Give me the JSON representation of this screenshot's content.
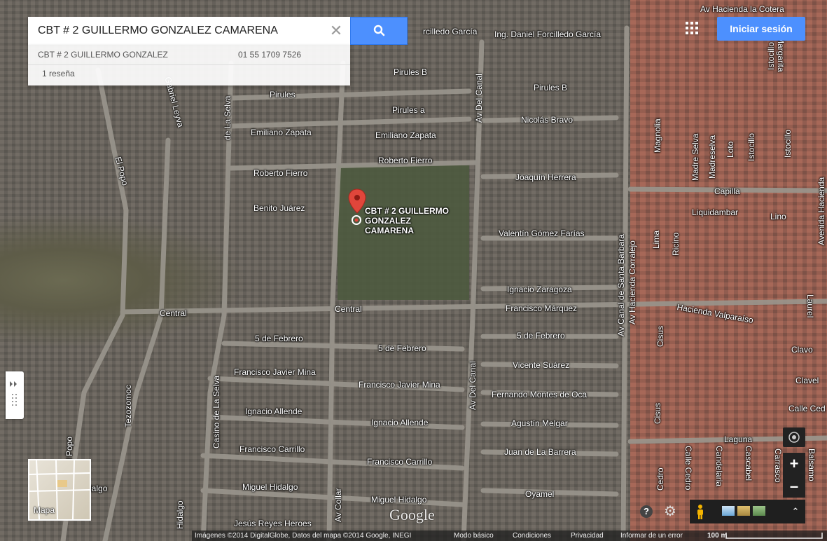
{
  "search": {
    "query": "CBT # 2 GUILLERMO GONZALEZ CAMARENA",
    "result_name": "CBT # 2 GUILLERMO GONZALEZ",
    "result_phone": "01 55 1709 7526",
    "result_reviews": "1 reseña"
  },
  "header": {
    "signin_label": "Iniciar sesión"
  },
  "place": {
    "line1": "CBT # 2 GUILLERMO",
    "line2": "GONZALEZ",
    "line3": "CAMARENA"
  },
  "streets": {
    "forcilledo": "rcilledo García",
    "ing_forcilledo": "Ing. Daniel Forcilledo García",
    "hacienda_cotera": "Av Hacienda la Cotera",
    "pirules_b1": "Pirules B",
    "pirules_b2": "Pirules B",
    "pirules": "Pirules",
    "pirules_a": "Pirules a",
    "nicolas_bravo": "Nicolás Bravo",
    "emiliano1": "Emiliano Zapata",
    "emiliano2": "Emiliano Zapata",
    "roberto1": "Roberto Fierro",
    "roberto2": "Roberto Fierro",
    "joaquin": "Joaquín Herrera",
    "benito": "Benito Juárez",
    "valentin": "Valentín Gómez Farías",
    "ignacio_zaragoza": "Ignacio Zaragoza",
    "francisco_marquez": "Francisco Márquez",
    "central1": "Central",
    "central2": "Central",
    "feb1": "5 de Febrero",
    "feb2": "5 de Febrero",
    "feb3": "5 de Febrero",
    "vicente": "Vicente Suárez",
    "mina1": "Francisco Javier Mina",
    "mina2": "Francisco Javier Mina",
    "montes": "Fernando Montes de Oca",
    "allende1": "Ignacio Allende",
    "allende2": "Ignacio Allende",
    "melgar": "Agustín Melgar",
    "carrillo1": "Francisco Carrillo",
    "carrillo2": "Francisco Carrillo",
    "barrera": "Juan de La Barrera",
    "hidalgo1": "Miguel Hidalgo",
    "hidalgo2": "Miguel Hidalgo",
    "hidalgo3": "Hidalgo",
    "oyamel": "Oyamel",
    "jesus": "Jesús Reyes Heroes",
    "av_del_canal1": "Av Del Canal",
    "av_del_canal2": "Av Del Canal",
    "av_collar": "Av Collar",
    "selva1": "de La Selva",
    "selva2": "Casino de La Selva",
    "el_popo1": "El Popo",
    "el_popo2": "El Popo",
    "gabriel_leyva": "Gabriel Leyva",
    "tezozomoc": "Tezozomoc",
    "canal_santa_barbara": "Av Canal de Santa Barbara",
    "hacienda_corralejo": "Av Hacienda Corralejo",
    "hacienda_valparaiso": "Hacienda Valparaíso",
    "capilla": "Capilla",
    "liquidambar": "Liquidambar",
    "lino": "Lino",
    "lima": "Lima",
    "ricino": "Ricino",
    "magnolia": "Magnolia",
    "madre_selva": "Madre Selva",
    "madreselva": "Madreselva",
    "loto": "Loto",
    "istocillo": "Istocillo",
    "margarita": "Margarita",
    "clavo": "Clavo",
    "clavel": "Clavel",
    "calle_cedro_e": "Calle Ced",
    "laguna": "Laguna",
    "cisus1": "Cisus",
    "cisus2": "Cisus",
    "cedro": "Cedro",
    "calle_cedro": "Calle Cedro",
    "candelaria": "Candelaria",
    "cascabel": "Cascabel",
    "carrasco": "Carrasco",
    "laurel": "Laurel",
    "balsamo": "Balsamo",
    "avenida_hacienda": "Avenida Hacienda",
    "hidalgo_sw": "dalgo"
  },
  "thumbnail": {
    "label": "Mapa"
  },
  "footer": {
    "attribution": "Imágenes ©2014 DigitalGlobe, Datos del mapa ©2014 Google, INEGI",
    "basic_mode": "Modo básico",
    "terms": "Condiciones",
    "privacy": "Privacidad",
    "report": "Informar de un error",
    "scale": "100 m"
  },
  "logo": {
    "text": "Google"
  },
  "icons": {
    "search": "search-icon",
    "clear": "close-icon",
    "apps": "apps-grid-icon",
    "marker": "map-pin-icon",
    "help": "help-icon",
    "settings": "gear-icon",
    "pegman": "pegman-icon",
    "expand": "chevron-up-icon",
    "compass": "compass-icon",
    "panel": "expand-panel-icon"
  },
  "colors": {
    "accent": "#4d90fe",
    "marker": "#e0463b"
  }
}
